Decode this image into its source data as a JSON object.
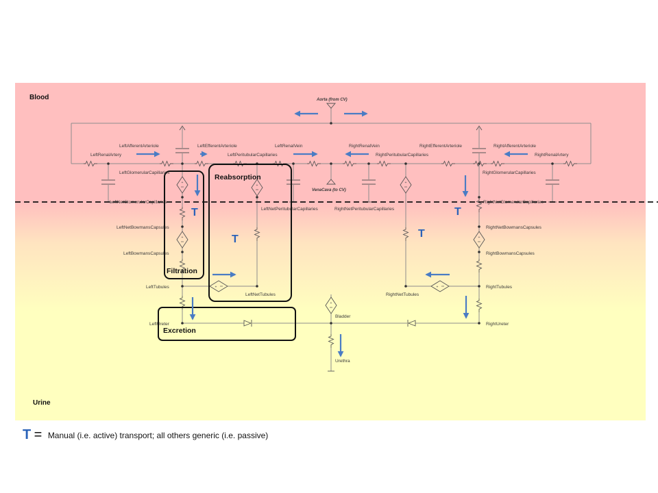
{
  "colors": {
    "blood_bg": "#ffbfbf",
    "urine_bg": "#ffffbf",
    "arrow": "#4a7cc4",
    "t_mark": "#2a62b8"
  },
  "regions": {
    "blood": "Blood",
    "urine": "Urine"
  },
  "labels": {
    "aorta": "Aorta (from CV)",
    "vena_cava": "VenaCava (to CV)",
    "left_renal_artery": "LeftRenalArtery",
    "left_afferent_arteriole": "LeftAfferentArteriole",
    "left_efferent_arteriole": "LeftEfferentArteriole",
    "left_renal_vein": "LeftRenalVein",
    "left_peritubular_capillaries": "LeftPeritubularCapillaries",
    "left_glomerular_capillaries": "LeftGlomerularCapillaries",
    "left_net_glomerular_capillaries": "LeftNetGlomerularCapillaries",
    "left_net_peritubular_capillaries": "LeftNetPeritubularCapillaries",
    "left_net_bowmans_capsules": "LeftNetBowmansCapsules",
    "left_bowmans_capsules": "LeftBowmansCapsules",
    "left_tubules": "LeftTubules",
    "left_net_tubules": "LeftNetTubules",
    "left_ureter": "LeftUreter",
    "right_renal_vein": "RightRenalVein",
    "right_peritubular_capillaries": "RightPeritubularCapillaries",
    "right_efferent_arteriole": "RightEfferentArteriole",
    "right_afferent_arteriole": "RightAfferentArteriole",
    "right_renal_artery": "RightRenalArtery",
    "right_glomerular_capillaries": "RightGlomerularCapillaries",
    "right_net_glomerular_capillaries": "RightNetGlomerularCapillaries",
    "right_net_peritubular_capillaries": "RightNetPeritubularCapillaries",
    "right_net_bowmans_capsules": "RightNetBowmansCapsules",
    "right_bowmans_capsules": "RightBowmansCapsules",
    "right_tubules": "RightTubules",
    "right_net_tubules": "RightNetTubules",
    "right_ureter": "RightUreter",
    "bladder": "Bladder",
    "urethra": "Urethra"
  },
  "process_boxes": {
    "filtration": "Filtration",
    "reabsorption": "Reabsorption",
    "excretion": "Excretion"
  },
  "transport_marks": [
    "T",
    "T",
    "T",
    "T"
  ],
  "legend": {
    "symbol": "T",
    "equals": "=",
    "text": "Manual (i.e. active) transport; all others generic (i.e. passive)"
  }
}
